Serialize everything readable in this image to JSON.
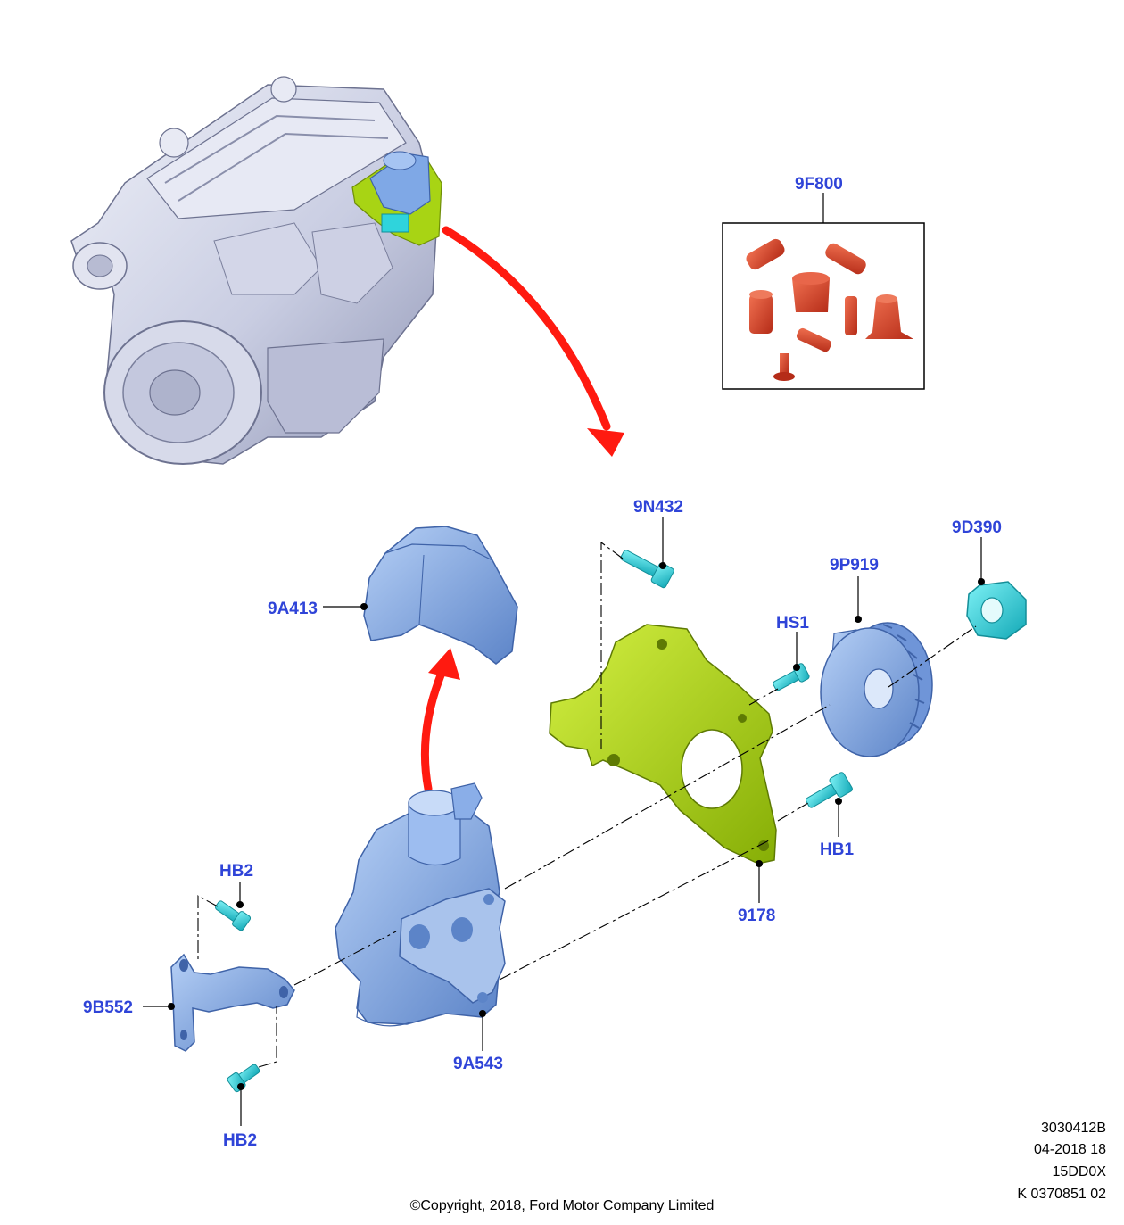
{
  "callouts": {
    "kit": "9F800",
    "bolt_top": "9N432",
    "nut": "9D390",
    "sprocket": "9P919",
    "stud_hs1": "HS1",
    "cover": "9A413",
    "bolt_hb1": "HB1",
    "bracket": "9178",
    "bolt_hb2_top": "HB2",
    "support": "9B552",
    "pump": "9A543",
    "bolt_hb2_bottom": "HB2"
  },
  "reference": {
    "line1": "3030412B",
    "line2": "04-2018 18",
    "line3": "15DD0X",
    "line4": "K 0370851 02"
  },
  "copyright": "©Copyright, 2018, Ford Motor Company Limited",
  "colors": {
    "callout_text": "#2f44d8",
    "arrow": "#ff1a10",
    "engine": "#c7cbe0",
    "part_blue": "#7fa8e6",
    "bracket_green": "#a8d414",
    "fastener_cyan": "#2fd4dc",
    "kit_red": "#d8442a"
  },
  "icons": [
    "engine-illustration",
    "high-pressure-pump",
    "pump-cover",
    "mounting-bracket",
    "drive-sprocket",
    "retaining-nut",
    "bolt",
    "stud",
    "support-bracket",
    "seal-kit",
    "direction-arrow"
  ]
}
